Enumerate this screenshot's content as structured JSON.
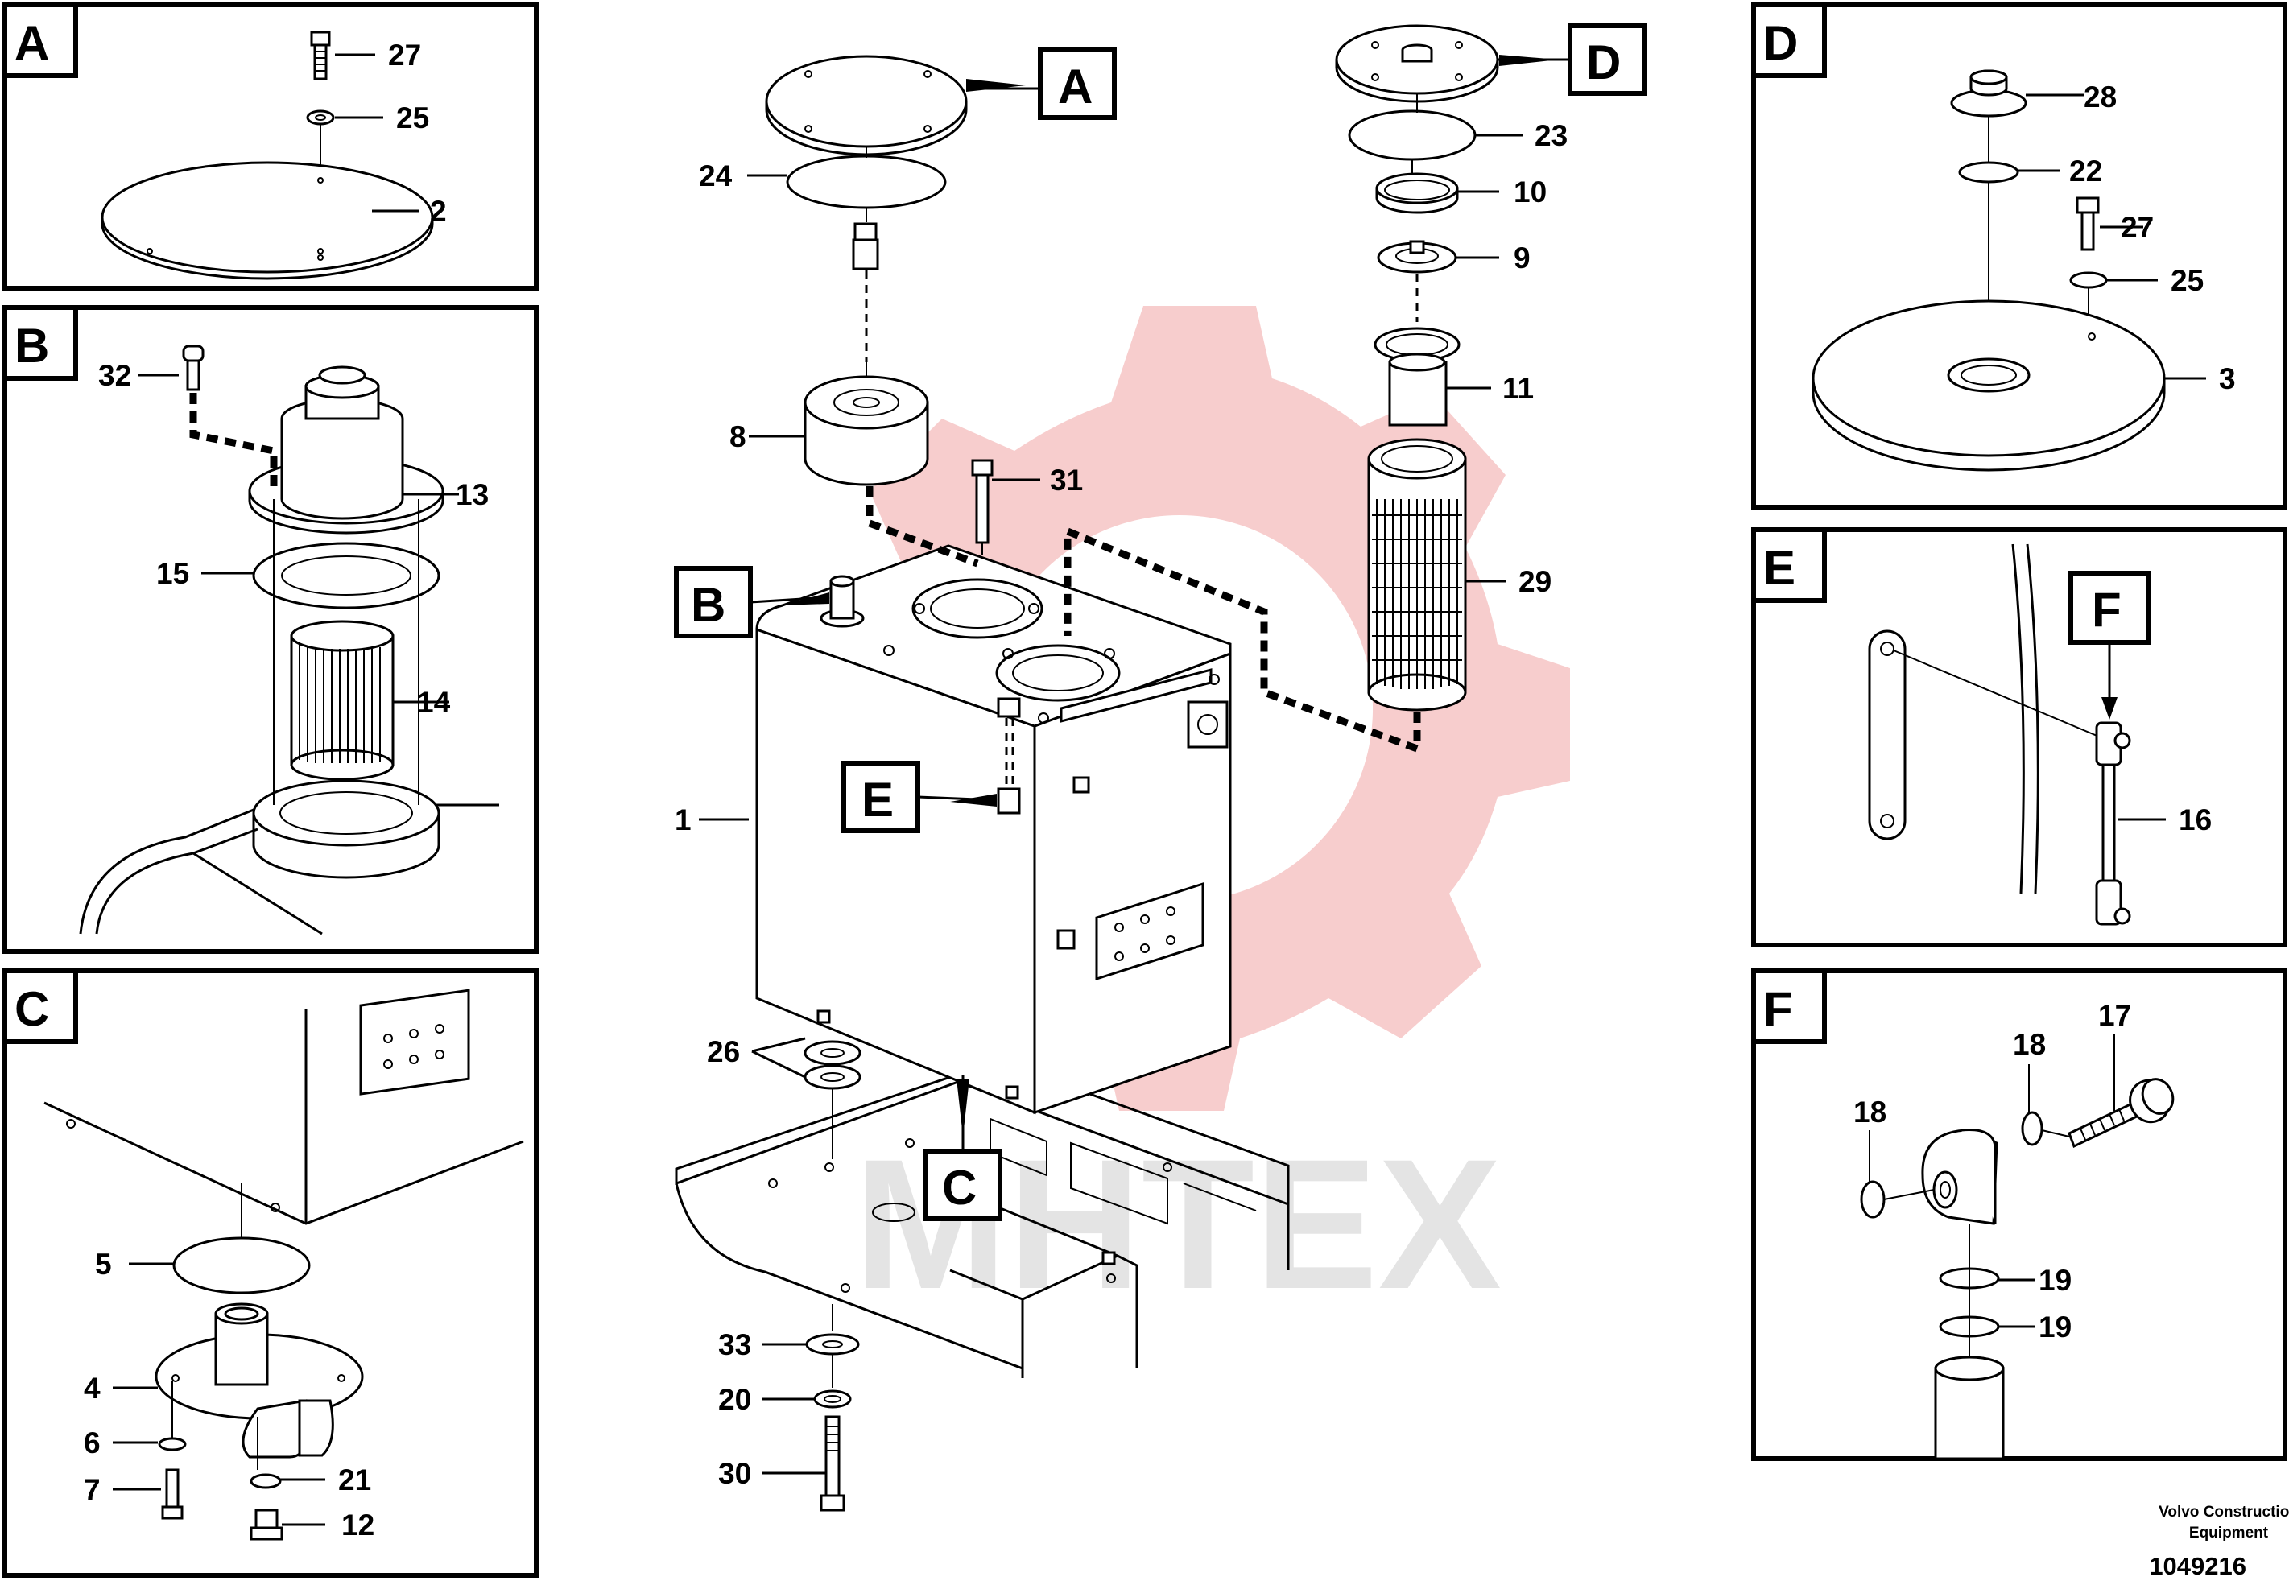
{
  "panels": {
    "A": {
      "tag": "A",
      "labels": [
        "27",
        "25",
        "2"
      ]
    },
    "B": {
      "tag": "B",
      "labels": [
        "32",
        "13",
        "15",
        "14"
      ]
    },
    "C": {
      "tag": "C",
      "labels": [
        "5",
        "4",
        "6",
        "7",
        "21",
        "12"
      ]
    },
    "D": {
      "tag": "D",
      "labels": [
        "28",
        "22",
        "27",
        "25",
        "3"
      ]
    },
    "E": {
      "tag": "E",
      "callout": "F",
      "labels": [
        "16"
      ]
    },
    "F": {
      "tag": "F",
      "labels": [
        "17",
        "18",
        "18",
        "19",
        "19"
      ]
    }
  },
  "main": {
    "callouts": [
      "A",
      "D",
      "B",
      "E",
      "C"
    ],
    "labels": [
      "24",
      "8",
      "31",
      "23",
      "10",
      "9",
      "11",
      "29",
      "1",
      "26",
      "33",
      "20",
      "30"
    ]
  },
  "watermark": {
    "text": "MHTEX"
  },
  "footer": {
    "publisher_line1": "Volvo Construction",
    "publisher_line2": "Equipment",
    "doc_number": "1049216"
  },
  "colors": {
    "ink": "#000000",
    "watermark": "#f6c4c4",
    "watermark_text": "#d4d4d4"
  }
}
